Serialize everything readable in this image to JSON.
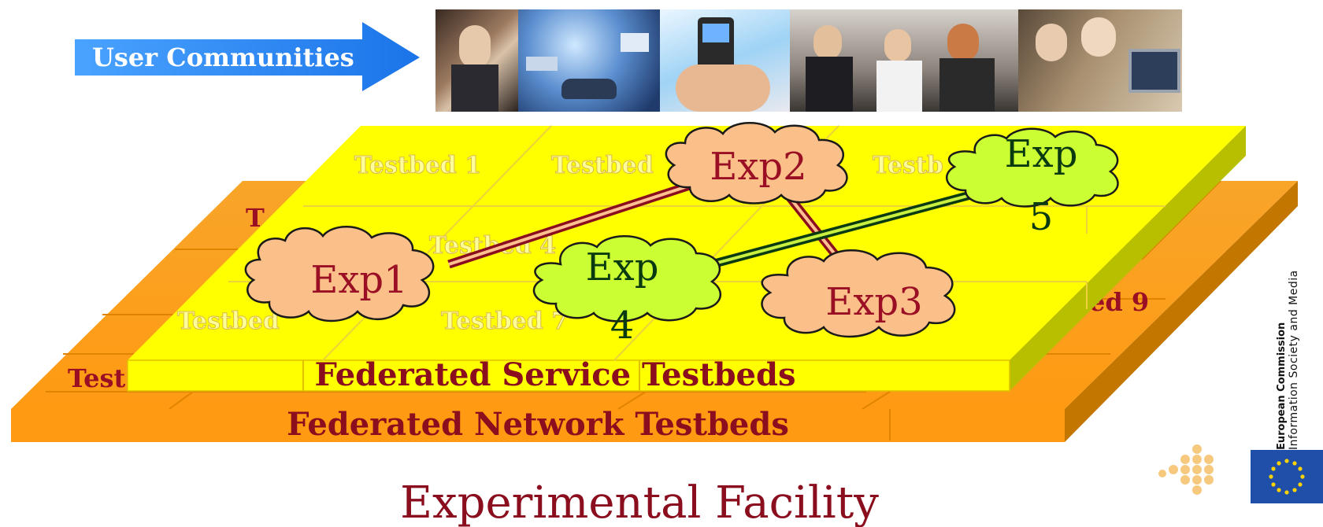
{
  "header": {
    "arrow_label": "User Communities",
    "photos": [
      {
        "name": "photo-woman-headset"
      },
      {
        "name": "photo-network-car"
      },
      {
        "name": "photo-phone-hands"
      },
      {
        "name": "photo-business-people"
      },
      {
        "name": "photo-seniors-computer"
      }
    ]
  },
  "layers": {
    "service": {
      "label": "Federated Service Testbeds",
      "color": "#ffff00"
    },
    "network": {
      "label": "Federated Network Testbeds",
      "color": "#ff9900"
    }
  },
  "testbeds": {
    "tb1": "Testbed 1",
    "tb2": "Testbed",
    "tb3": "Testb",
    "tb4": "Testbed 4",
    "tb6": "Testbed",
    "tb7": "Testbed 7",
    "net_t": "T",
    "net_tb9": "ed 9",
    "net_test": "Test"
  },
  "experiments": [
    {
      "id": "exp1",
      "label": "Exp1",
      "color": "#fbbf8a"
    },
    {
      "id": "exp2",
      "label": "Exp2",
      "color": "#fbbf8a"
    },
    {
      "id": "exp3",
      "label": "Exp3",
      "color": "#fbbf8a"
    },
    {
      "id": "exp4",
      "lines": [
        "Exp",
        "4"
      ],
      "color": "#ccff33"
    },
    {
      "id": "exp5",
      "lines": [
        "Exp",
        "5"
      ],
      "color": "#ccff33"
    }
  ],
  "footer": {
    "title": "Experimental Facility",
    "ec_name": "European Commission",
    "ec_sub": "Information Society and Media"
  }
}
